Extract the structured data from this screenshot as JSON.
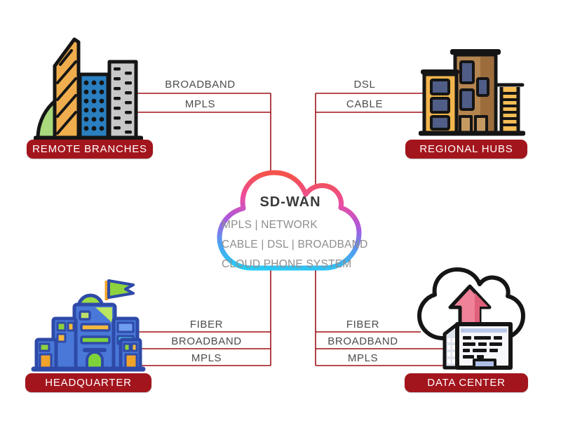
{
  "diagram": {
    "title": "SD-WAN network topology",
    "center_cloud": {
      "title": "SD-WAN",
      "lines": [
        "MPLS | NETWORK",
        "CABLE | DSL | BROADBAND",
        "CLOUD PHONE SYSTEM"
      ]
    },
    "nodes": {
      "top_left": {
        "label": "REMOTE BRANCHES",
        "icon": "city-buildings-icon"
      },
      "top_right": {
        "label": "REGIONAL HUBS",
        "icon": "office-building-icon"
      },
      "bottom_left": {
        "label": "HEADQUARTER",
        "icon": "headquarters-building-icon"
      },
      "bottom_right": {
        "label": "DATA CENTER",
        "icon": "cloud-server-icon"
      }
    },
    "connections": {
      "top_left": {
        "labels": [
          "BROADBAND",
          "MPLS"
        ]
      },
      "top_right": {
        "labels": [
          "DSL",
          "CABLE"
        ]
      },
      "bottom_left": {
        "labels": [
          "FIBER",
          "BROADBAND",
          "MPLS"
        ]
      },
      "bottom_right": {
        "labels": [
          "FIBER",
          "BROADBAND",
          "MPLS"
        ]
      }
    },
    "colors": {
      "connector_line": "#9e1117",
      "badge_background": "#a3151d",
      "badge_text": "#ffffff",
      "link_label_text": "#4b4b4b",
      "cloud_text": "#8e8e8e",
      "cloud_title_text": "#3b3b3b",
      "cloud_gradient": [
        "#f4524d",
        "#ec4da0",
        "#a85ae0",
        "#4f9ff0",
        "#25cdf5"
      ]
    }
  }
}
